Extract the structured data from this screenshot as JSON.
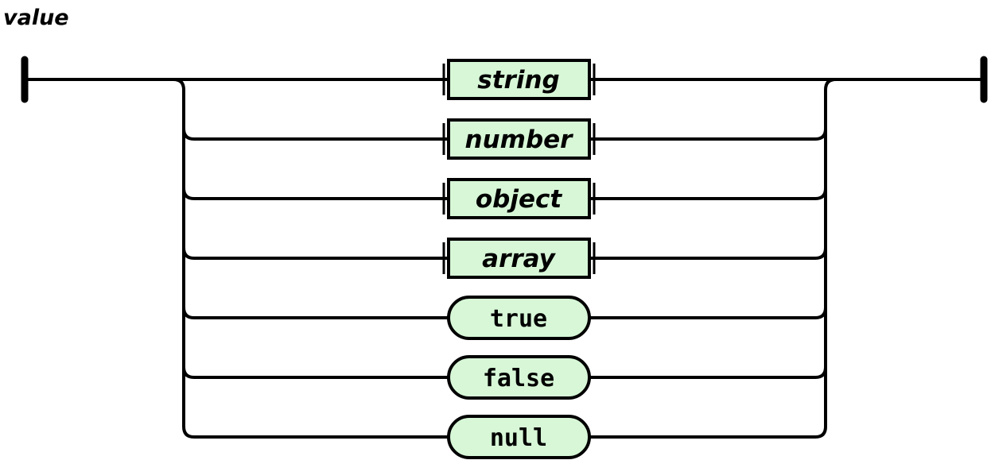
{
  "diagram": {
    "title": "value",
    "rows": [
      {
        "label": "string",
        "type": "nonterminal"
      },
      {
        "label": "number",
        "type": "nonterminal"
      },
      {
        "label": "object",
        "type": "nonterminal"
      },
      {
        "label": "array",
        "type": "nonterminal"
      },
      {
        "label": "true",
        "type": "terminal"
      },
      {
        "label": "false",
        "type": "terminal"
      },
      {
        "label": "null",
        "type": "terminal"
      }
    ],
    "colors": {
      "node_fill": "#d7f7d7",
      "line": "#000000",
      "background": "#ffffff",
      "text": "#000000"
    }
  }
}
